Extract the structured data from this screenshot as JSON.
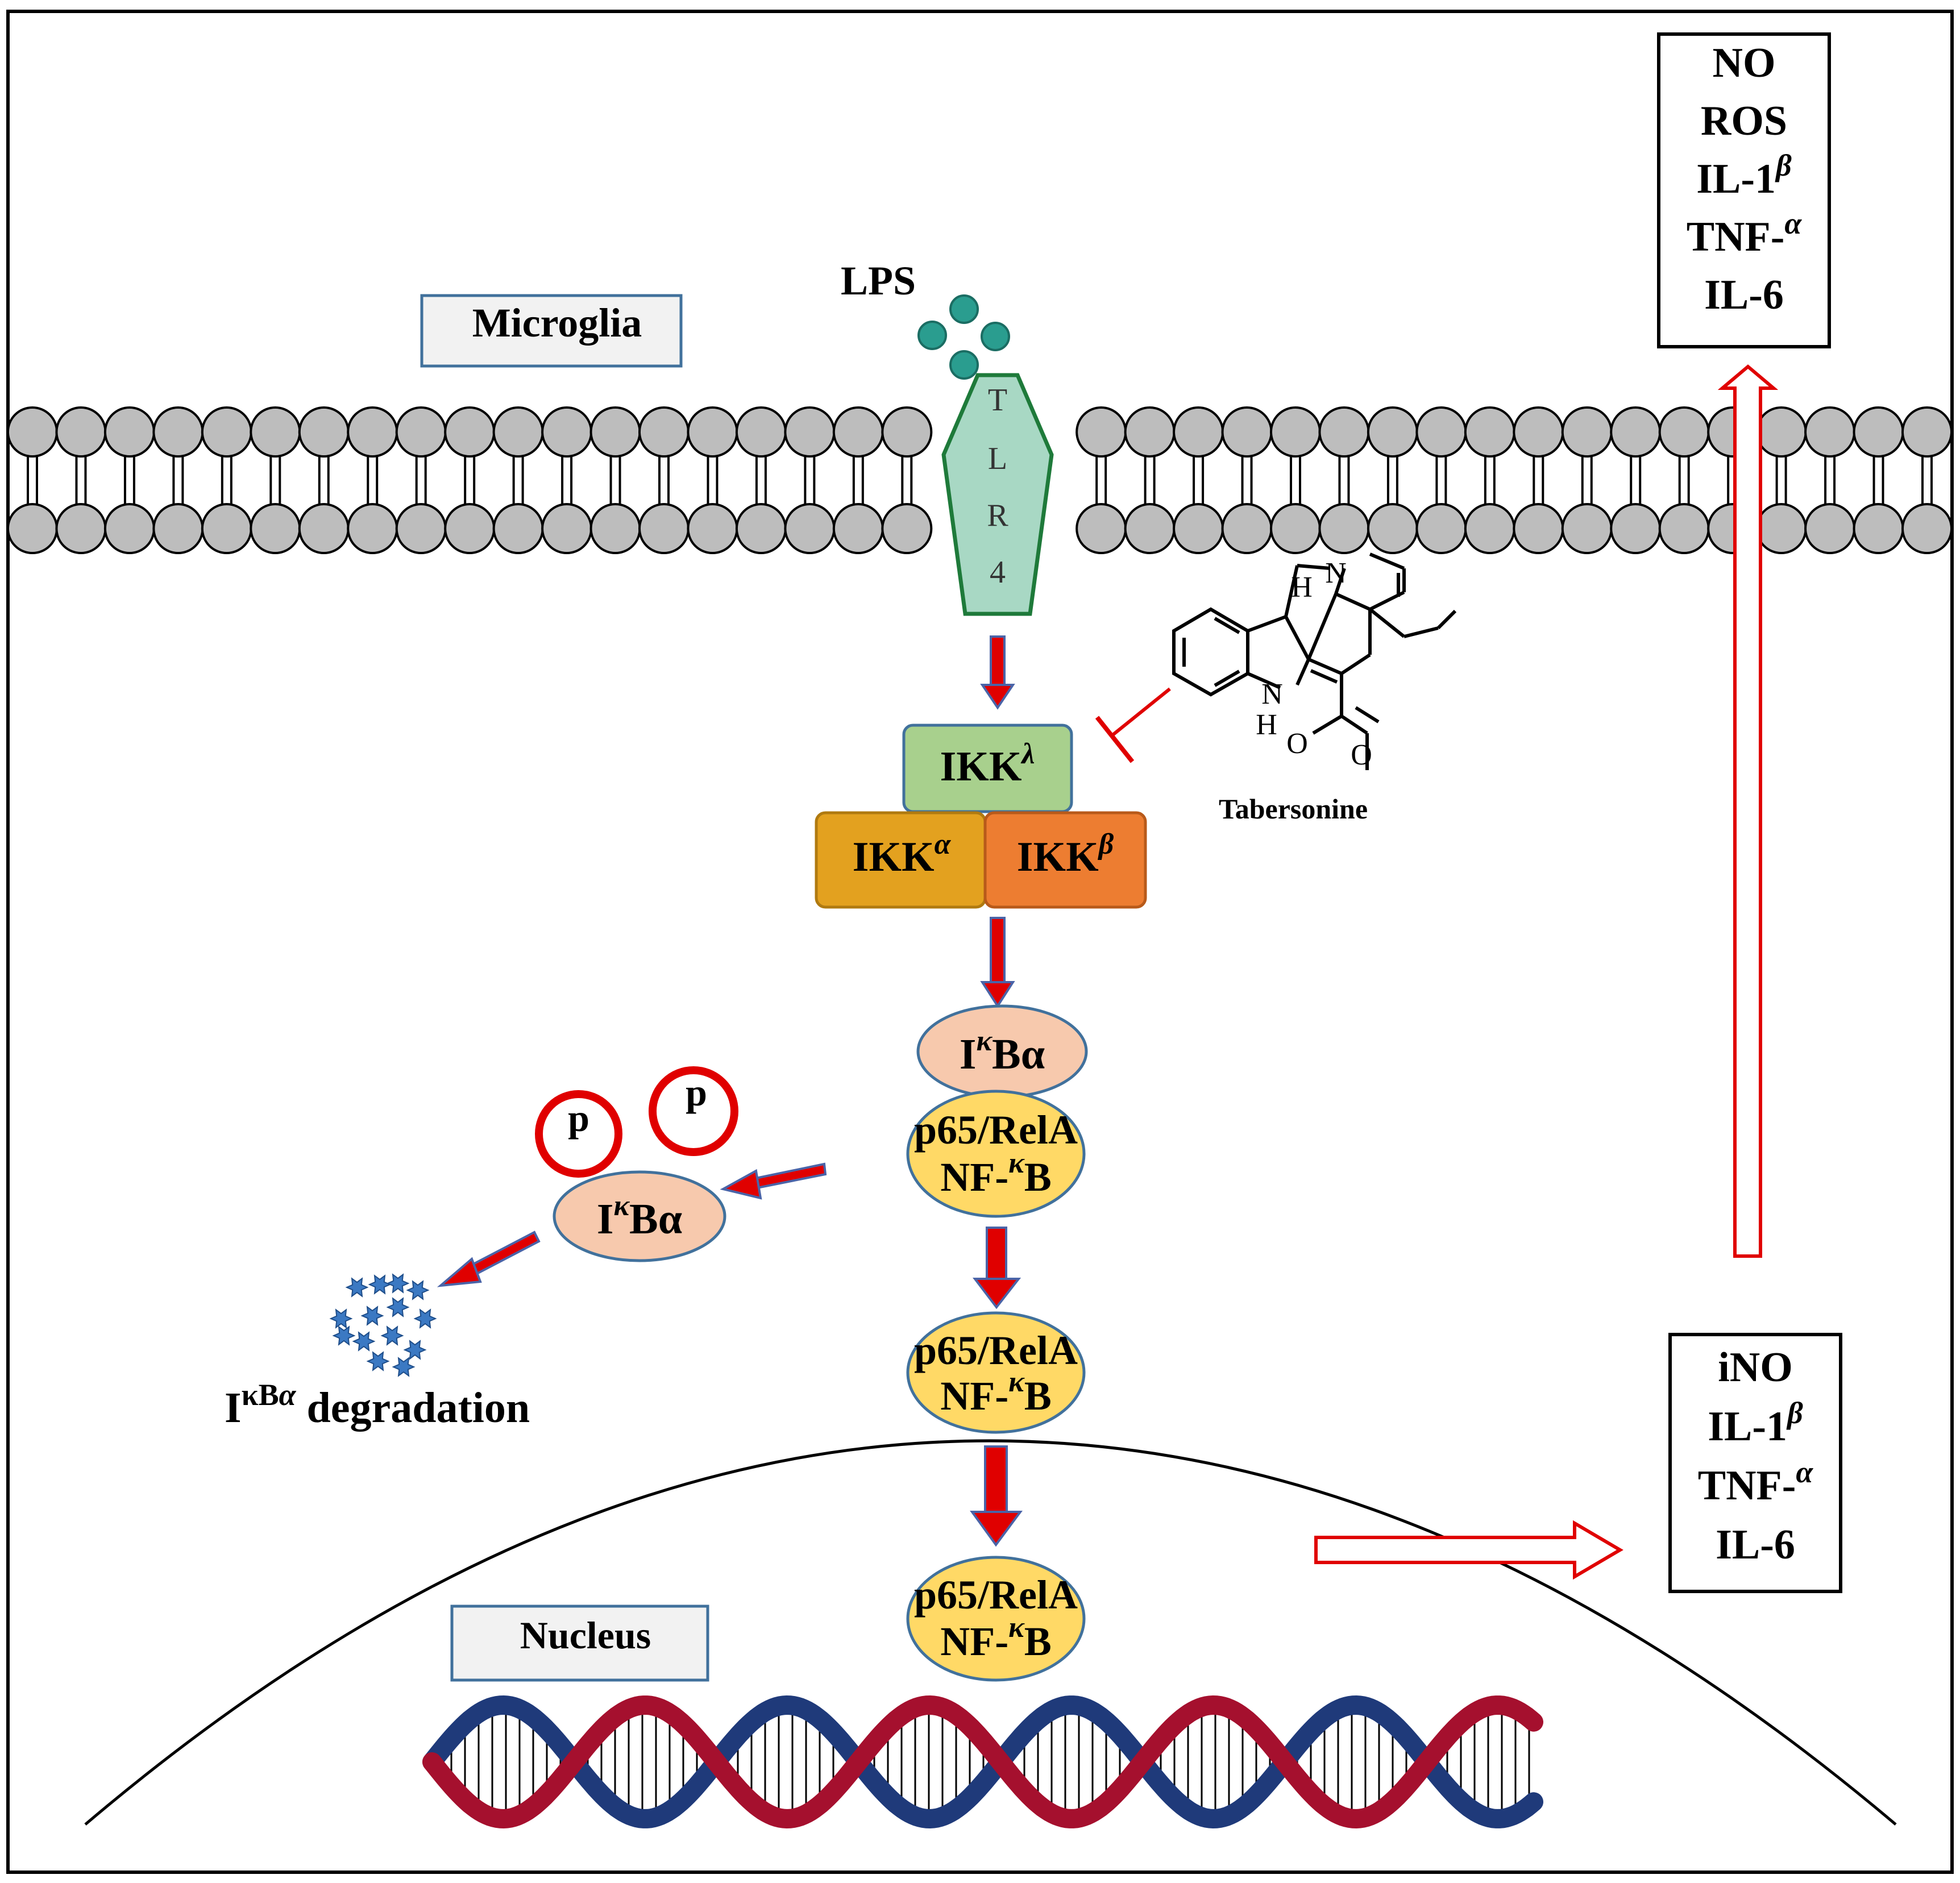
{
  "labels": {
    "microglia": "Microglia",
    "nucleus": "Nucleus",
    "lps": "LPS",
    "tlr4": [
      "T",
      "L",
      "R",
      "4"
    ],
    "tabersonine": "Tabersonine",
    "ikk_gamma": {
      "base": "IKK",
      "sup": "λ"
    },
    "ikk_alpha": {
      "base": "IKK",
      "sup": "α"
    },
    "ikk_beta": {
      "base": "IKK",
      "sup": "β"
    },
    "ikba": {
      "i": "I",
      "k": "κ",
      "rest": "Bα"
    },
    "p": "p",
    "nfkb_line1": "p65/RelA",
    "nfkb_line2": {
      "pre": "NF-",
      "k": "κ",
      "post": "B"
    },
    "degradation": {
      "i": "I",
      "k": "κ",
      "b": "B",
      "a": "α",
      "rest": " degradation"
    },
    "struct_atoms": {
      "n": "N",
      "h": "H",
      "o": "O",
      "ho": "H",
      "o2": "O"
    }
  },
  "top_box": [
    {
      "base": "NO",
      "sup": ""
    },
    {
      "base": "ROS",
      "sup": ""
    },
    {
      "base": "IL-1",
      "sup": "β"
    },
    {
      "base": "TNF-",
      "sup": "α"
    },
    {
      "base": "IL-6",
      "sup": ""
    }
  ],
  "bottom_box": [
    {
      "base": "iNO",
      "sup": ""
    },
    {
      "base": "IL-1",
      "sup": "β"
    },
    {
      "base": "TNF-",
      "sup": "α"
    },
    {
      "base": "IL-6",
      "sup": ""
    }
  ],
  "colors": {
    "membrane_head": "#bdbdbd",
    "lps_dot": "#2a9d8f",
    "tlr4_fill": "#a8d8c4",
    "tlr4_stroke": "#1e7a3a",
    "ikk_gamma": "#a8d08d",
    "ikk_alpha": "#e3a11f",
    "ikk_beta": "#ed7d31",
    "ikba": "#f7c9ad",
    "nfkb": "#ffd966",
    "arrow_red": "#e00000",
    "arrow_blue": "#4a64a8",
    "dna_red": "#a5102e",
    "dna_blue": "#1f3a7a"
  }
}
